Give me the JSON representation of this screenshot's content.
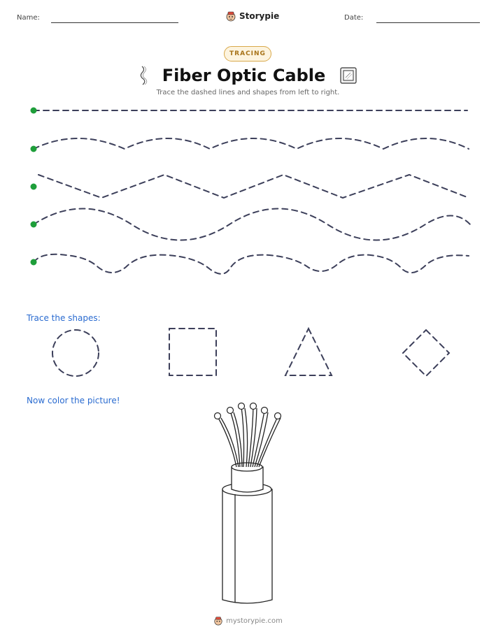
{
  "header": {
    "name_label": "Name:",
    "date_label": "Date:",
    "brand_name": "Storypie",
    "brand_icon": "storypie-mascot-icon"
  },
  "worksheet": {
    "badge": "TRACING",
    "title": "Fiber Optic Cable",
    "title_icons": [
      "cable-strand-icon",
      "fiber-box-icon"
    ],
    "instructions": "Trace the dashed lines and shapes from left to right."
  },
  "tracing_lines": {
    "count": 5,
    "styles": [
      "straight",
      "wave",
      "zigzag",
      "wave",
      "bumpy"
    ],
    "start_dot_color": "#1e9e3a",
    "stroke_color": "#3c3f5a"
  },
  "shapes_section": {
    "label": "Trace the shapes:",
    "shapes": [
      "circle",
      "square",
      "triangle",
      "diamond"
    ]
  },
  "coloring_section": {
    "label": "Now color the picture!",
    "picture": "fiber-optic-cable-drawing"
  },
  "footer": {
    "text": "mystorypie.com",
    "icon": "storypie-mascot-icon"
  }
}
